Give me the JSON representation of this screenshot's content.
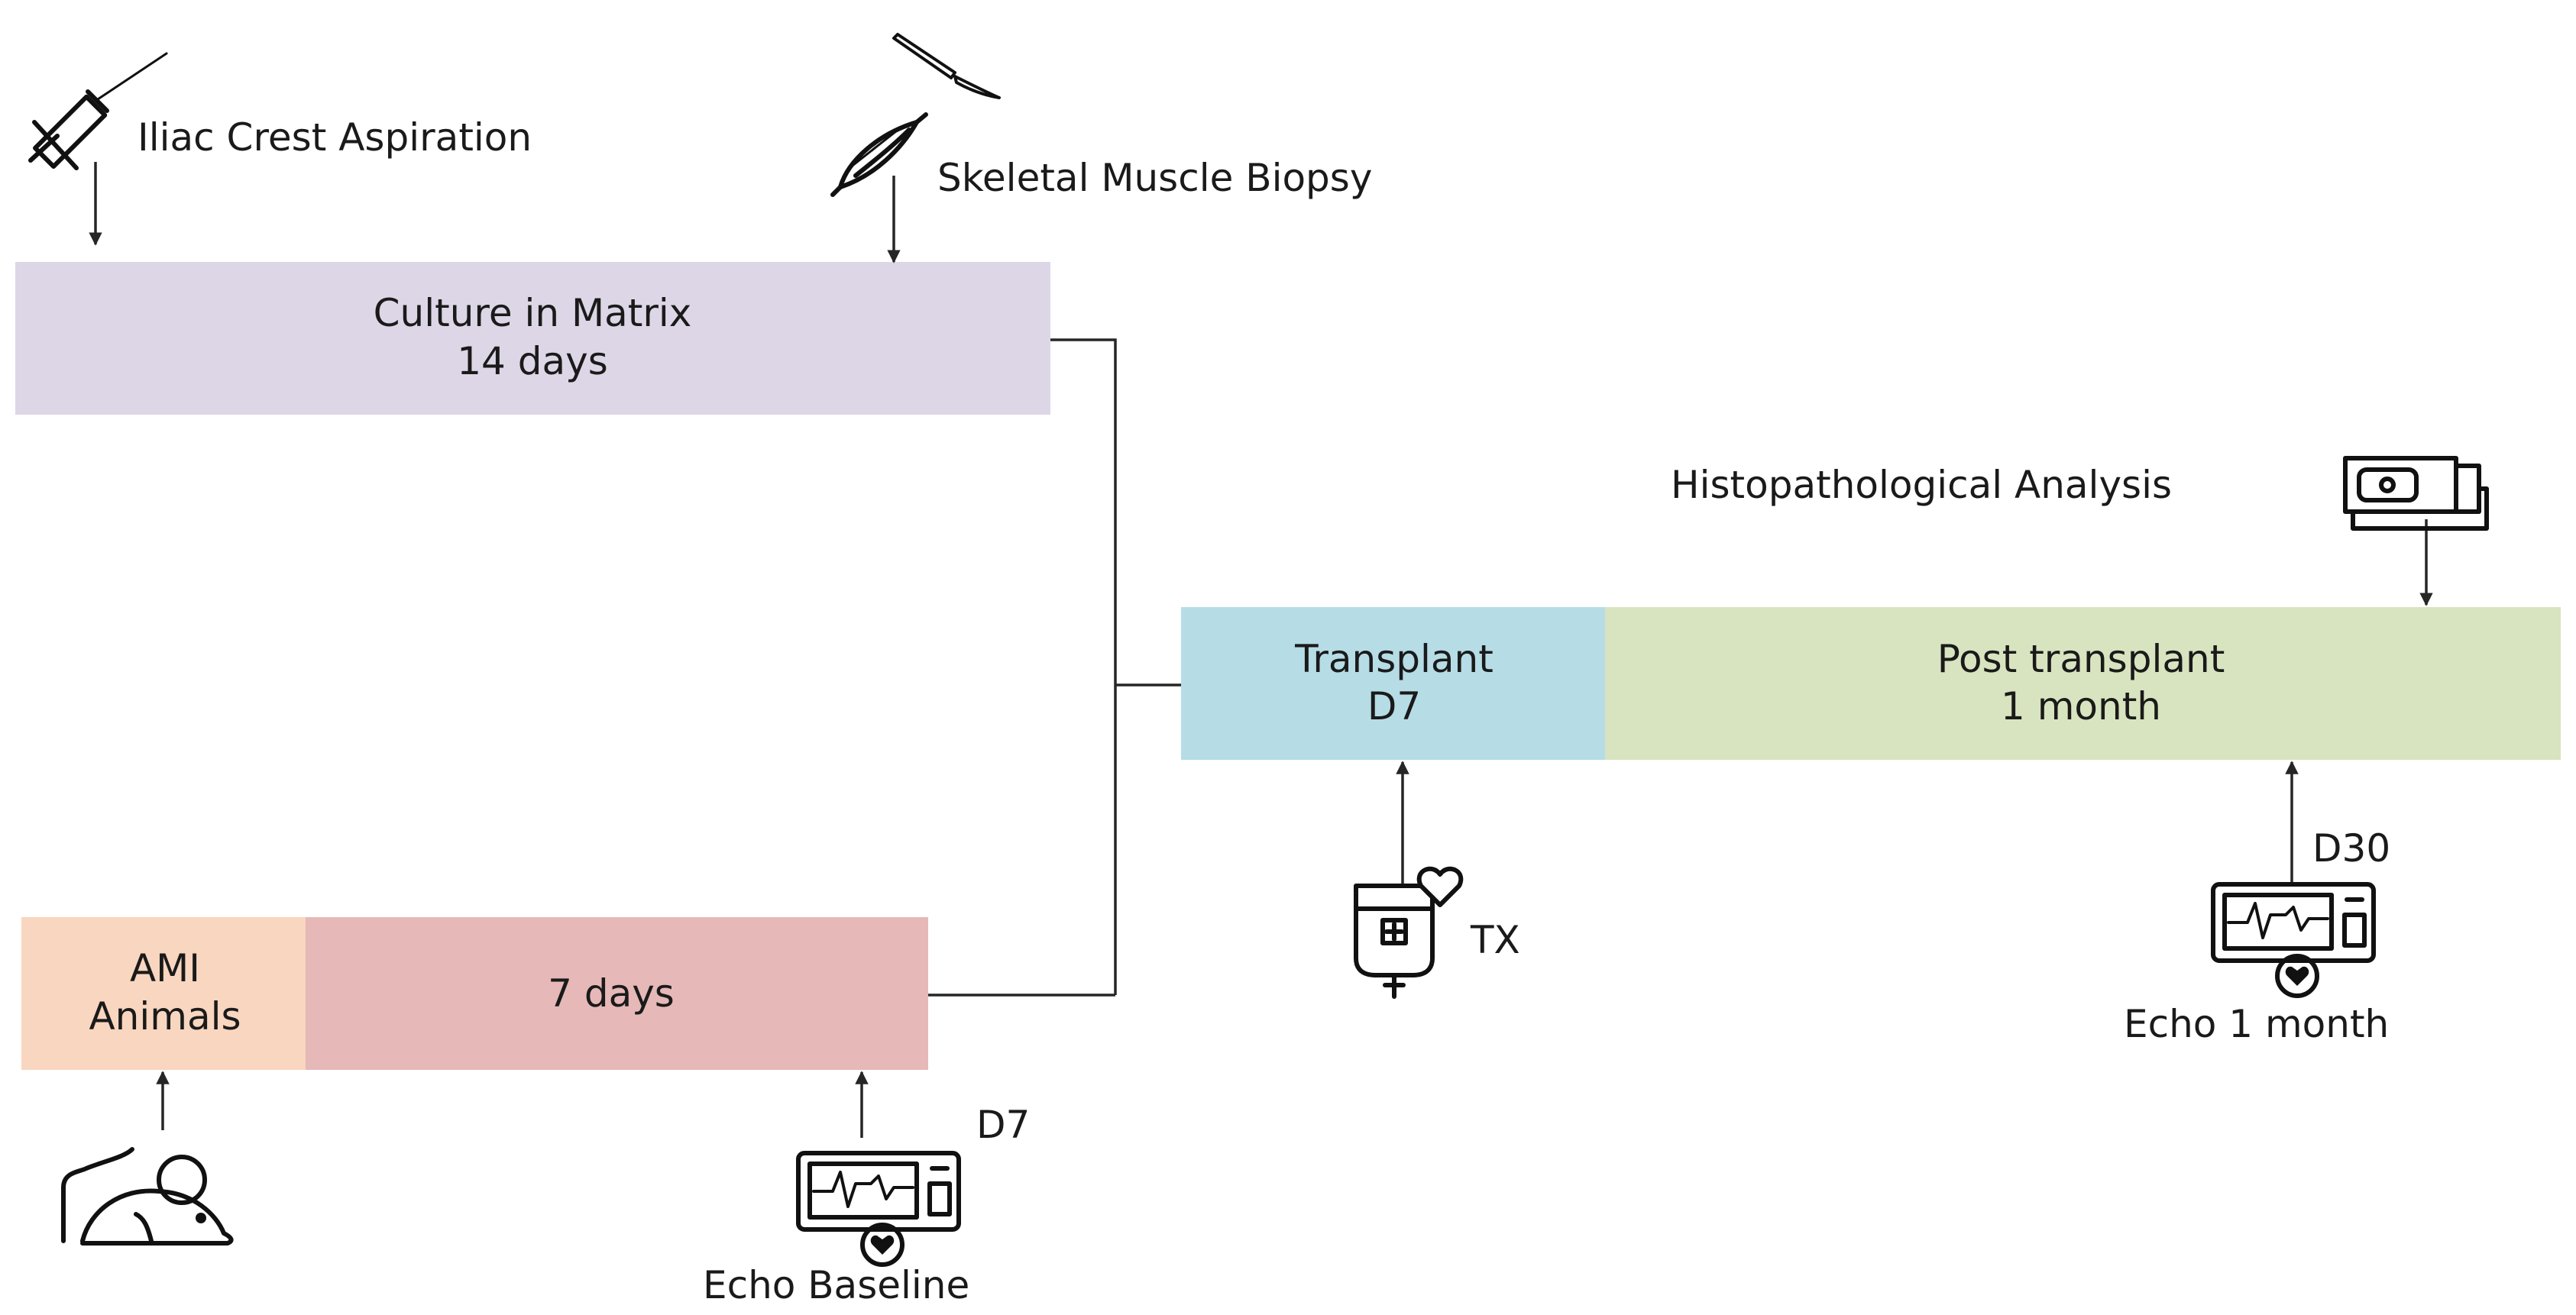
{
  "boxes": {
    "culture": {
      "line1": "Culture in Matrix",
      "line2": "14 days",
      "color": "#DDD6E6"
    },
    "ami": {
      "line1": "AMI",
      "line2": "Animals",
      "color": "#F9D6BF"
    },
    "seven_days": {
      "label": "7 days",
      "color": "#E6B8B8"
    },
    "transplant": {
      "line1": "Transplant",
      "line2": "D7",
      "color": "#B6DCE6"
    },
    "post_transplant": {
      "line1": "Post transplant",
      "line2": "1 month",
      "color": "#D8E4BF"
    }
  },
  "labels": {
    "iliac": "Iliac Crest Aspiration",
    "biopsy": "Skeletal Muscle Biopsy",
    "histo": "Histopathological Analysis",
    "d7": "D7",
    "echo_baseline": "Echo Baseline",
    "tx": "TX",
    "d30": "D30",
    "echo_month": "Echo 1 month"
  },
  "icons": [
    "syringe-icon",
    "scalpel-icon",
    "muscle-icon",
    "slide-scanner-icon",
    "mouse-icon",
    "echo-monitor-icon",
    "iv-bag-icon"
  ]
}
